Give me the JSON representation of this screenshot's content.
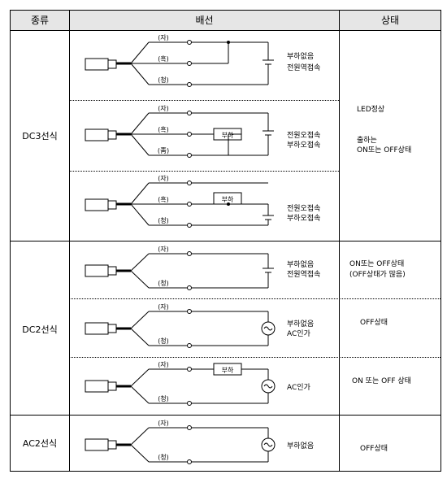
{
  "header": {
    "col_type": "종류",
    "col_wiring": "배선",
    "col_state": "상태"
  },
  "groups": [
    {
      "type": "DC3선식"
    },
    {
      "type": "DC2선식"
    },
    {
      "type": "AC2선식"
    }
  ],
  "states": {
    "dc3": [
      "LED정상",
      "출하는",
      "ON또는 OFF상태"
    ],
    "dc2_r1": [
      "ON또는 OFF상태",
      "(OFF상태가 많음)"
    ],
    "dc2_r2": "OFF상태",
    "dc2_r3": "ON 또는 OFF 상태",
    "ac2": "OFF상태"
  },
  "rows": [
    {
      "wires": [
        "(자)",
        "(흑)",
        "(청)"
      ],
      "load": "",
      "note": [
        "부하없음",
        "전원역접속"
      ]
    },
    {
      "wires": [
        "(자)",
        "(흑)",
        "(靑)"
      ],
      "load": "부하",
      "note": [
        "전원오접속",
        "부하오접속"
      ]
    },
    {
      "wires": [
        "(자)",
        "(흑)",
        "(청)"
      ],
      "load": "부하",
      "note": [
        "전원오접속",
        "부하오접속"
      ]
    },
    {
      "wires": [
        "(자)",
        "(청)"
      ],
      "load": "",
      "note": [
        "부하없음",
        "전원역접속"
      ]
    },
    {
      "wires": [
        "(자)",
        "(청)"
      ],
      "load": "",
      "note": [
        "부하없음",
        "AC인가"
      ]
    },
    {
      "wires": [
        "(자)",
        "(청)"
      ],
      "load": "부하",
      "note": [
        "AC인가"
      ]
    },
    {
      "wires": [
        "(자)",
        "(청)"
      ],
      "load": "",
      "note": [
        "부하없음"
      ]
    }
  ]
}
